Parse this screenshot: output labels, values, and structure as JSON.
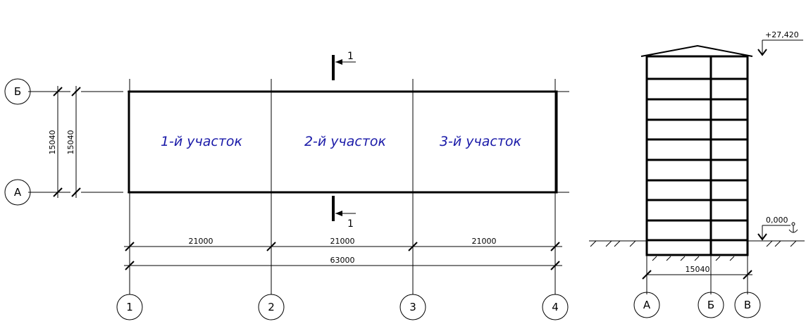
{
  "plan": {
    "zones": [
      "1-й участок",
      "2-й участок",
      "3-й участок"
    ],
    "span_dimensions": [
      "21000",
      "21000",
      "21000"
    ],
    "total_dimension": "63000",
    "depth_dimension": "15040",
    "axes_numbered": [
      "1",
      "2",
      "3",
      "4"
    ],
    "axes_lettered": [
      "Б",
      "А"
    ],
    "section_mark": "1"
  },
  "elevation": {
    "top_level": "+27,420",
    "ground_level": "0,000",
    "width_dimension": "15040",
    "axes": [
      "А",
      "Б",
      "В"
    ]
  }
}
